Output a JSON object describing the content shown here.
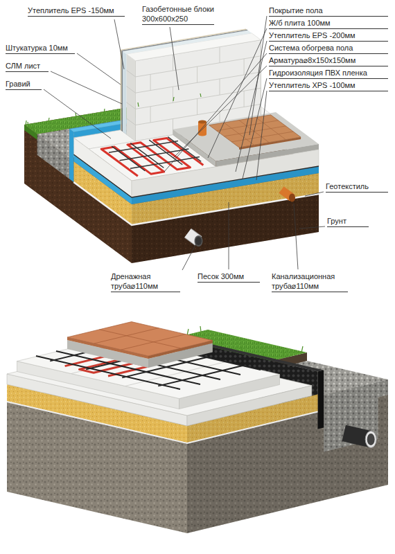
{
  "diagram": {
    "labels": [
      "Покрытие пола",
      "Утеплитель EPS -150мм",
      "Газобетонные блоки 300x600x250",
      "Ж/б плита 100мм",
      "Утеплитель EPS -200мм",
      "Штукатурка 10мм",
      "Система обогрева пола",
      "СЛМ лист",
      "Арматура⌀8x150x150мм",
      "Гравий",
      "Гидроизоляция ПВХ пленка",
      "Утеплитель XPS -100мм",
      "Геотекстиль",
      "Песок 300мм",
      "Грунт",
      "Дренажная труба⌀110мм",
      "Канализационная труба⌀110мм"
    ]
  }
}
